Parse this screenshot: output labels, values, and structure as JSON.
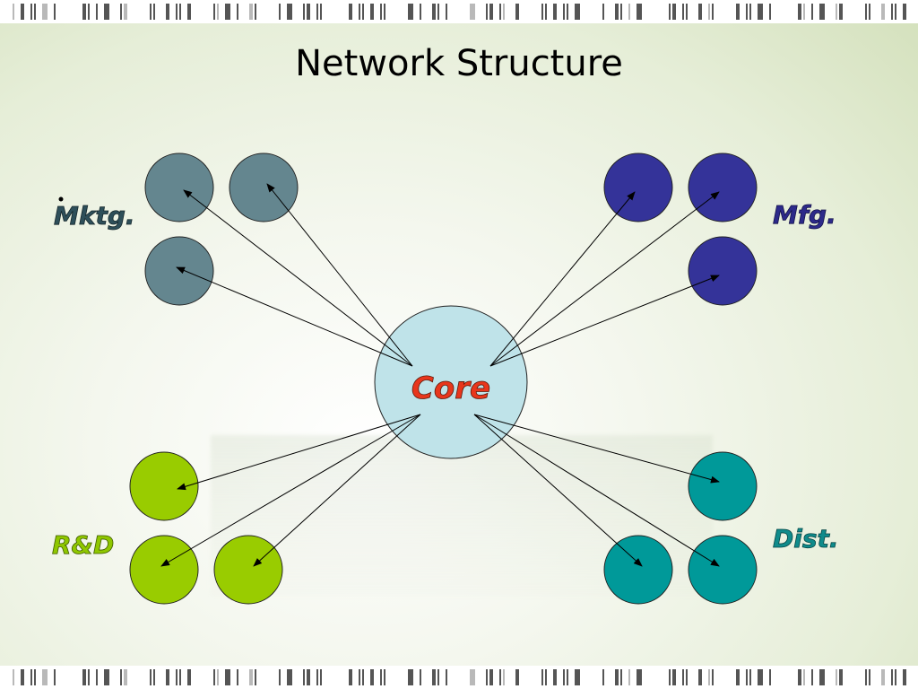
{
  "title": "Network Structure",
  "core": {
    "label": "Core",
    "fill": "#bfe3e9",
    "label_color": "#e8361c"
  },
  "groups": {
    "mktg": {
      "label": "Mktg.",
      "color": "#64868f",
      "label_color": "#2e4f5a"
    },
    "mfg": {
      "label": "Mfg.",
      "color": "#343399",
      "label_color": "#2d2a8a"
    },
    "rd": {
      "label": "R&D",
      "color": "#99cc00",
      "label_color": "#8fc700"
    },
    "dist": {
      "label": "Dist.",
      "color": "#009999",
      "label_color": "#0f8b8b"
    }
  },
  "edges": [
    {
      "from": "core",
      "to": "mktg-1"
    },
    {
      "from": "core",
      "to": "mktg-2"
    },
    {
      "from": "core",
      "to": "mktg-3"
    },
    {
      "from": "core",
      "to": "mfg-1"
    },
    {
      "from": "core",
      "to": "mfg-2"
    },
    {
      "from": "core",
      "to": "mfg-3"
    },
    {
      "from": "core",
      "to": "rd-1"
    },
    {
      "from": "core",
      "to": "rd-2"
    },
    {
      "from": "core",
      "to": "rd-3"
    },
    {
      "from": "core",
      "to": "dist-1"
    },
    {
      "from": "core",
      "to": "dist-2"
    },
    {
      "from": "core",
      "to": "dist-3"
    }
  ]
}
